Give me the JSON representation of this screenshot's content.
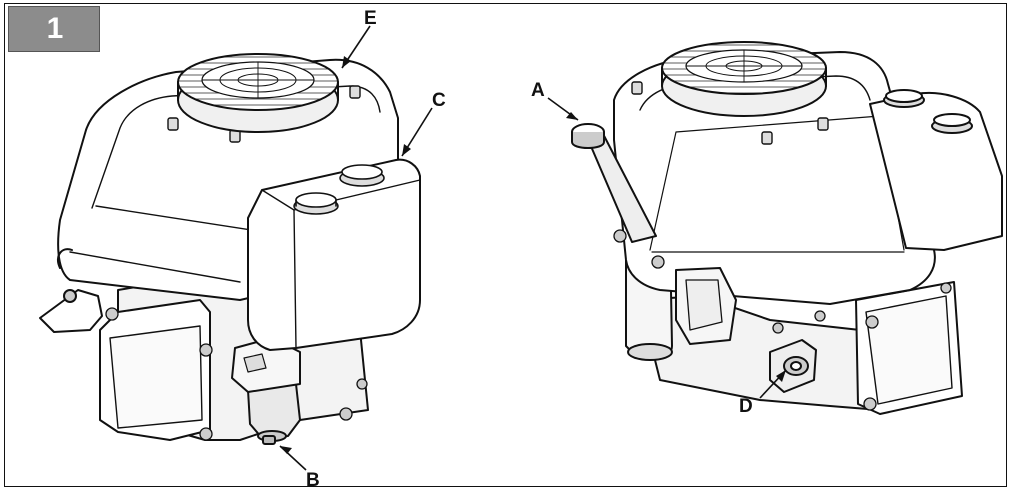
{
  "figure": {
    "number": "1",
    "badge_color": "#8c8c8c"
  },
  "callouts": {
    "a": "A",
    "b": "B",
    "c": "C",
    "d": "D",
    "e": "E"
  },
  "colors": {
    "line": "#111111",
    "fill": "#ffffff",
    "shade": "#d9d9d9"
  }
}
